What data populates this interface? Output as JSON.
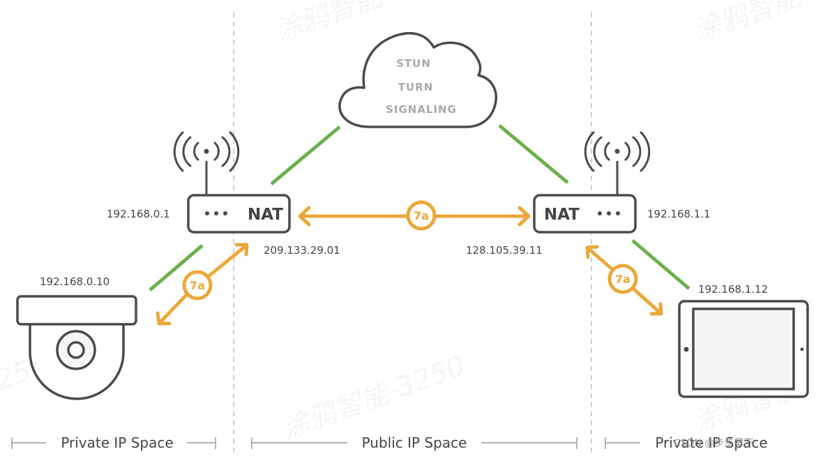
{
  "colors": {
    "stroke": "#4a4a4a",
    "green": "#6ab04c",
    "orange": "#e9a83a",
    "divider": "#bdbdbd",
    "cloud_text": "#a9a9a9",
    "device_fill": "#f4f5f7"
  },
  "cloud": {
    "lines": [
      "STUN",
      "TURN",
      "SIGNALING"
    ]
  },
  "left_router": {
    "label": "NAT",
    "lan_ip": "192.168.0.1",
    "wan_ip": "209.133.29.01"
  },
  "right_router": {
    "label": "NAT",
    "lan_ip": "192.168.1.1",
    "wan_ip": "128.105.39.11"
  },
  "left_device": {
    "type": "camera",
    "ip": "192.168.0.10"
  },
  "right_device": {
    "type": "tablet",
    "ip": "192.168.1.12"
  },
  "connections": {
    "badge": "7a"
  },
  "zones": {
    "left": "Private IP Space",
    "center": "Public IP Space",
    "right": "Private IP Space"
  },
  "watermarks": {
    "text": "涂鸦智能",
    "text2": "涂鸦智能-3250",
    "fragment": "250",
    "csdn": "CSDN @步步攀不"
  }
}
